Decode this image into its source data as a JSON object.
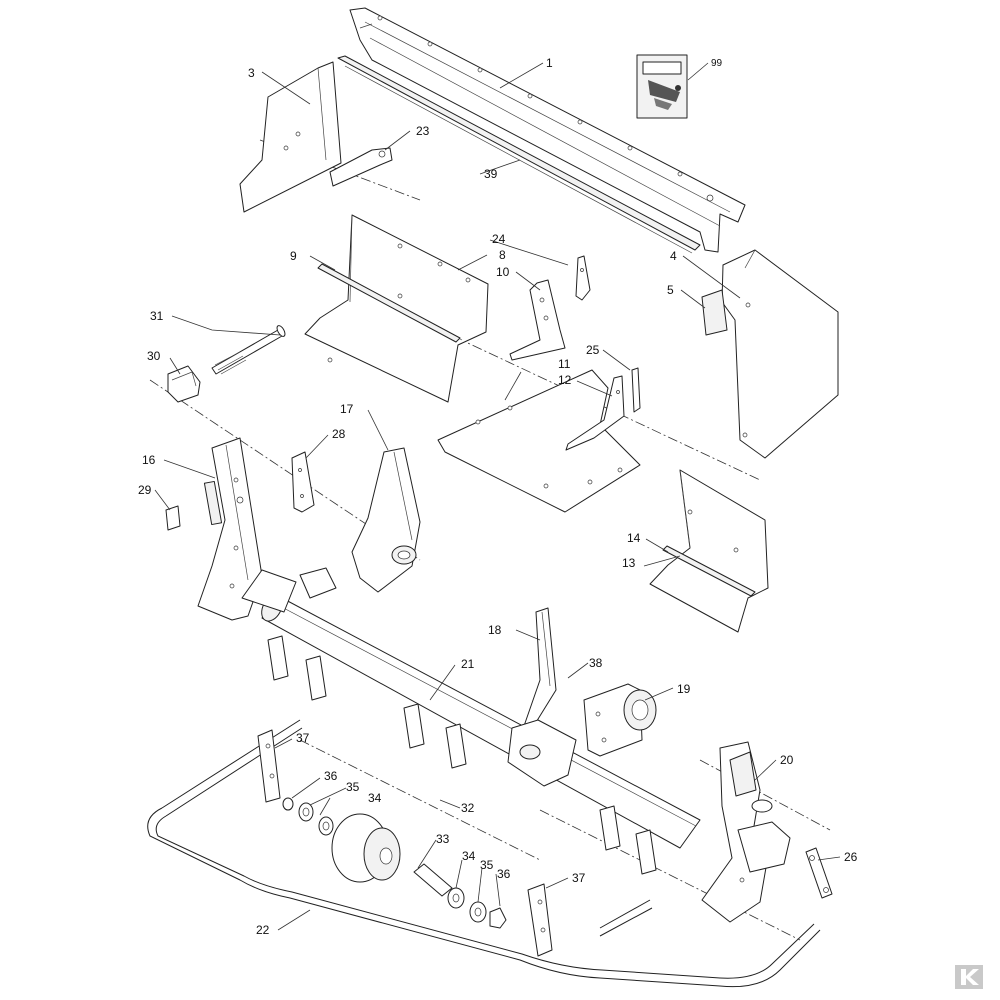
{
  "callouts": [
    {
      "id": "1",
      "label": "1"
    },
    {
      "id": "3",
      "label": "3"
    },
    {
      "id": "4",
      "label": "4"
    },
    {
      "id": "5",
      "label": "5"
    },
    {
      "id": "8",
      "label": "8"
    },
    {
      "id": "9",
      "label": "9"
    },
    {
      "id": "10",
      "label": "10"
    },
    {
      "id": "11",
      "label": "11"
    },
    {
      "id": "12",
      "label": "12"
    },
    {
      "id": "13",
      "label": "13"
    },
    {
      "id": "14",
      "label": "14"
    },
    {
      "id": "16",
      "label": "16"
    },
    {
      "id": "17",
      "label": "17"
    },
    {
      "id": "18",
      "label": "18"
    },
    {
      "id": "19",
      "label": "19"
    },
    {
      "id": "20",
      "label": "20"
    },
    {
      "id": "21",
      "label": "21"
    },
    {
      "id": "22",
      "label": "22"
    },
    {
      "id": "23",
      "label": "23"
    },
    {
      "id": "24",
      "label": "24"
    },
    {
      "id": "25",
      "label": "25"
    },
    {
      "id": "26",
      "label": "26"
    },
    {
      "id": "28",
      "label": "28"
    },
    {
      "id": "29",
      "label": "29"
    },
    {
      "id": "30",
      "label": "30"
    },
    {
      "id": "31",
      "label": "31"
    },
    {
      "id": "32",
      "label": "32"
    },
    {
      "id": "33",
      "label": "33"
    },
    {
      "id": "34a",
      "label": "34"
    },
    {
      "id": "34b",
      "label": "34"
    },
    {
      "id": "35a",
      "label": "35"
    },
    {
      "id": "35b",
      "label": "35"
    },
    {
      "id": "36a",
      "label": "36"
    },
    {
      "id": "36b",
      "label": "36"
    },
    {
      "id": "37a",
      "label": "37"
    },
    {
      "id": "37b",
      "label": "37"
    },
    {
      "id": "38",
      "label": "38"
    },
    {
      "id": "39",
      "label": "39"
    },
    {
      "id": "99",
      "label": "99"
    }
  ],
  "icons": {
    "logo": "brand-logo-icon",
    "kit_bag": "parts-kit-bag-icon"
  },
  "colors": {
    "line": "#222222",
    "background": "#ffffff",
    "logo": "#c9c9c9"
  }
}
